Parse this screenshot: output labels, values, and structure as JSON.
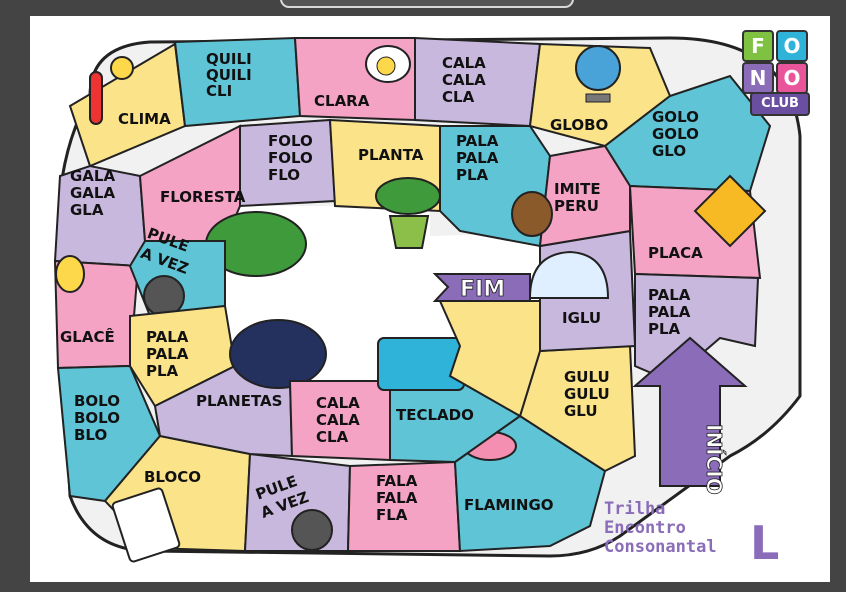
{
  "cells": {
    "clima": "CLIMA",
    "quili": [
      "QUILI",
      "QUILI",
      "CLI"
    ],
    "clara": "CLARA",
    "cala_top": [
      "CALA",
      "CALA",
      "CLA"
    ],
    "globo": "GLOBO",
    "golo": [
      "GOLO",
      "GOLO",
      "GLO"
    ],
    "placa": "PLACA",
    "pala_right": [
      "PALA",
      "PALA",
      "PLA"
    ],
    "inicio": "INÍCIO",
    "gala": [
      "GALA",
      "GALA",
      "GLA"
    ],
    "glace": "GLACÊ",
    "bolo": [
      "BOLO",
      "BOLO",
      "BLO"
    ],
    "bloco": "BLOCO",
    "pule_bottom": [
      "PULE",
      "A VEZ"
    ],
    "fala": [
      "FALA",
      "FALA",
      "FLA"
    ],
    "flamingo": "FLAMINGO",
    "gulu": [
      "GULU",
      "GULU",
      "GLU"
    ],
    "iglu": "IGLU",
    "folo": [
      "FOLO",
      "FOLO",
      "FLO"
    ],
    "floresta": "FLORESTA",
    "planta": "PLANTA",
    "pala_inner": [
      "PALA",
      "PALA",
      "PLA"
    ],
    "imite": [
      "IMITE",
      "PERU"
    ],
    "pule_inner": [
      "PULE",
      "A VEZ"
    ],
    "pala_left": [
      "PALA",
      "PALA",
      "PLA"
    ],
    "planetas": "PLANETAS",
    "cala_inner": [
      "CALA",
      "CALA",
      "CLA"
    ],
    "teclado": "TECLADO",
    "fim": "FIM"
  },
  "logo": {
    "letters": [
      "F",
      "O",
      "N",
      "O"
    ],
    "club": "CLUB"
  },
  "title": [
    "Trilha",
    "Encontro",
    "Consonantal"
  ],
  "title_letter": "L",
  "colors": {
    "pink": "#f4a3c4",
    "blue": "#5fc4d6",
    "yellow": "#fbe38a",
    "purple": "#c9b8dd",
    "arrow": "#8a6cb8"
  }
}
